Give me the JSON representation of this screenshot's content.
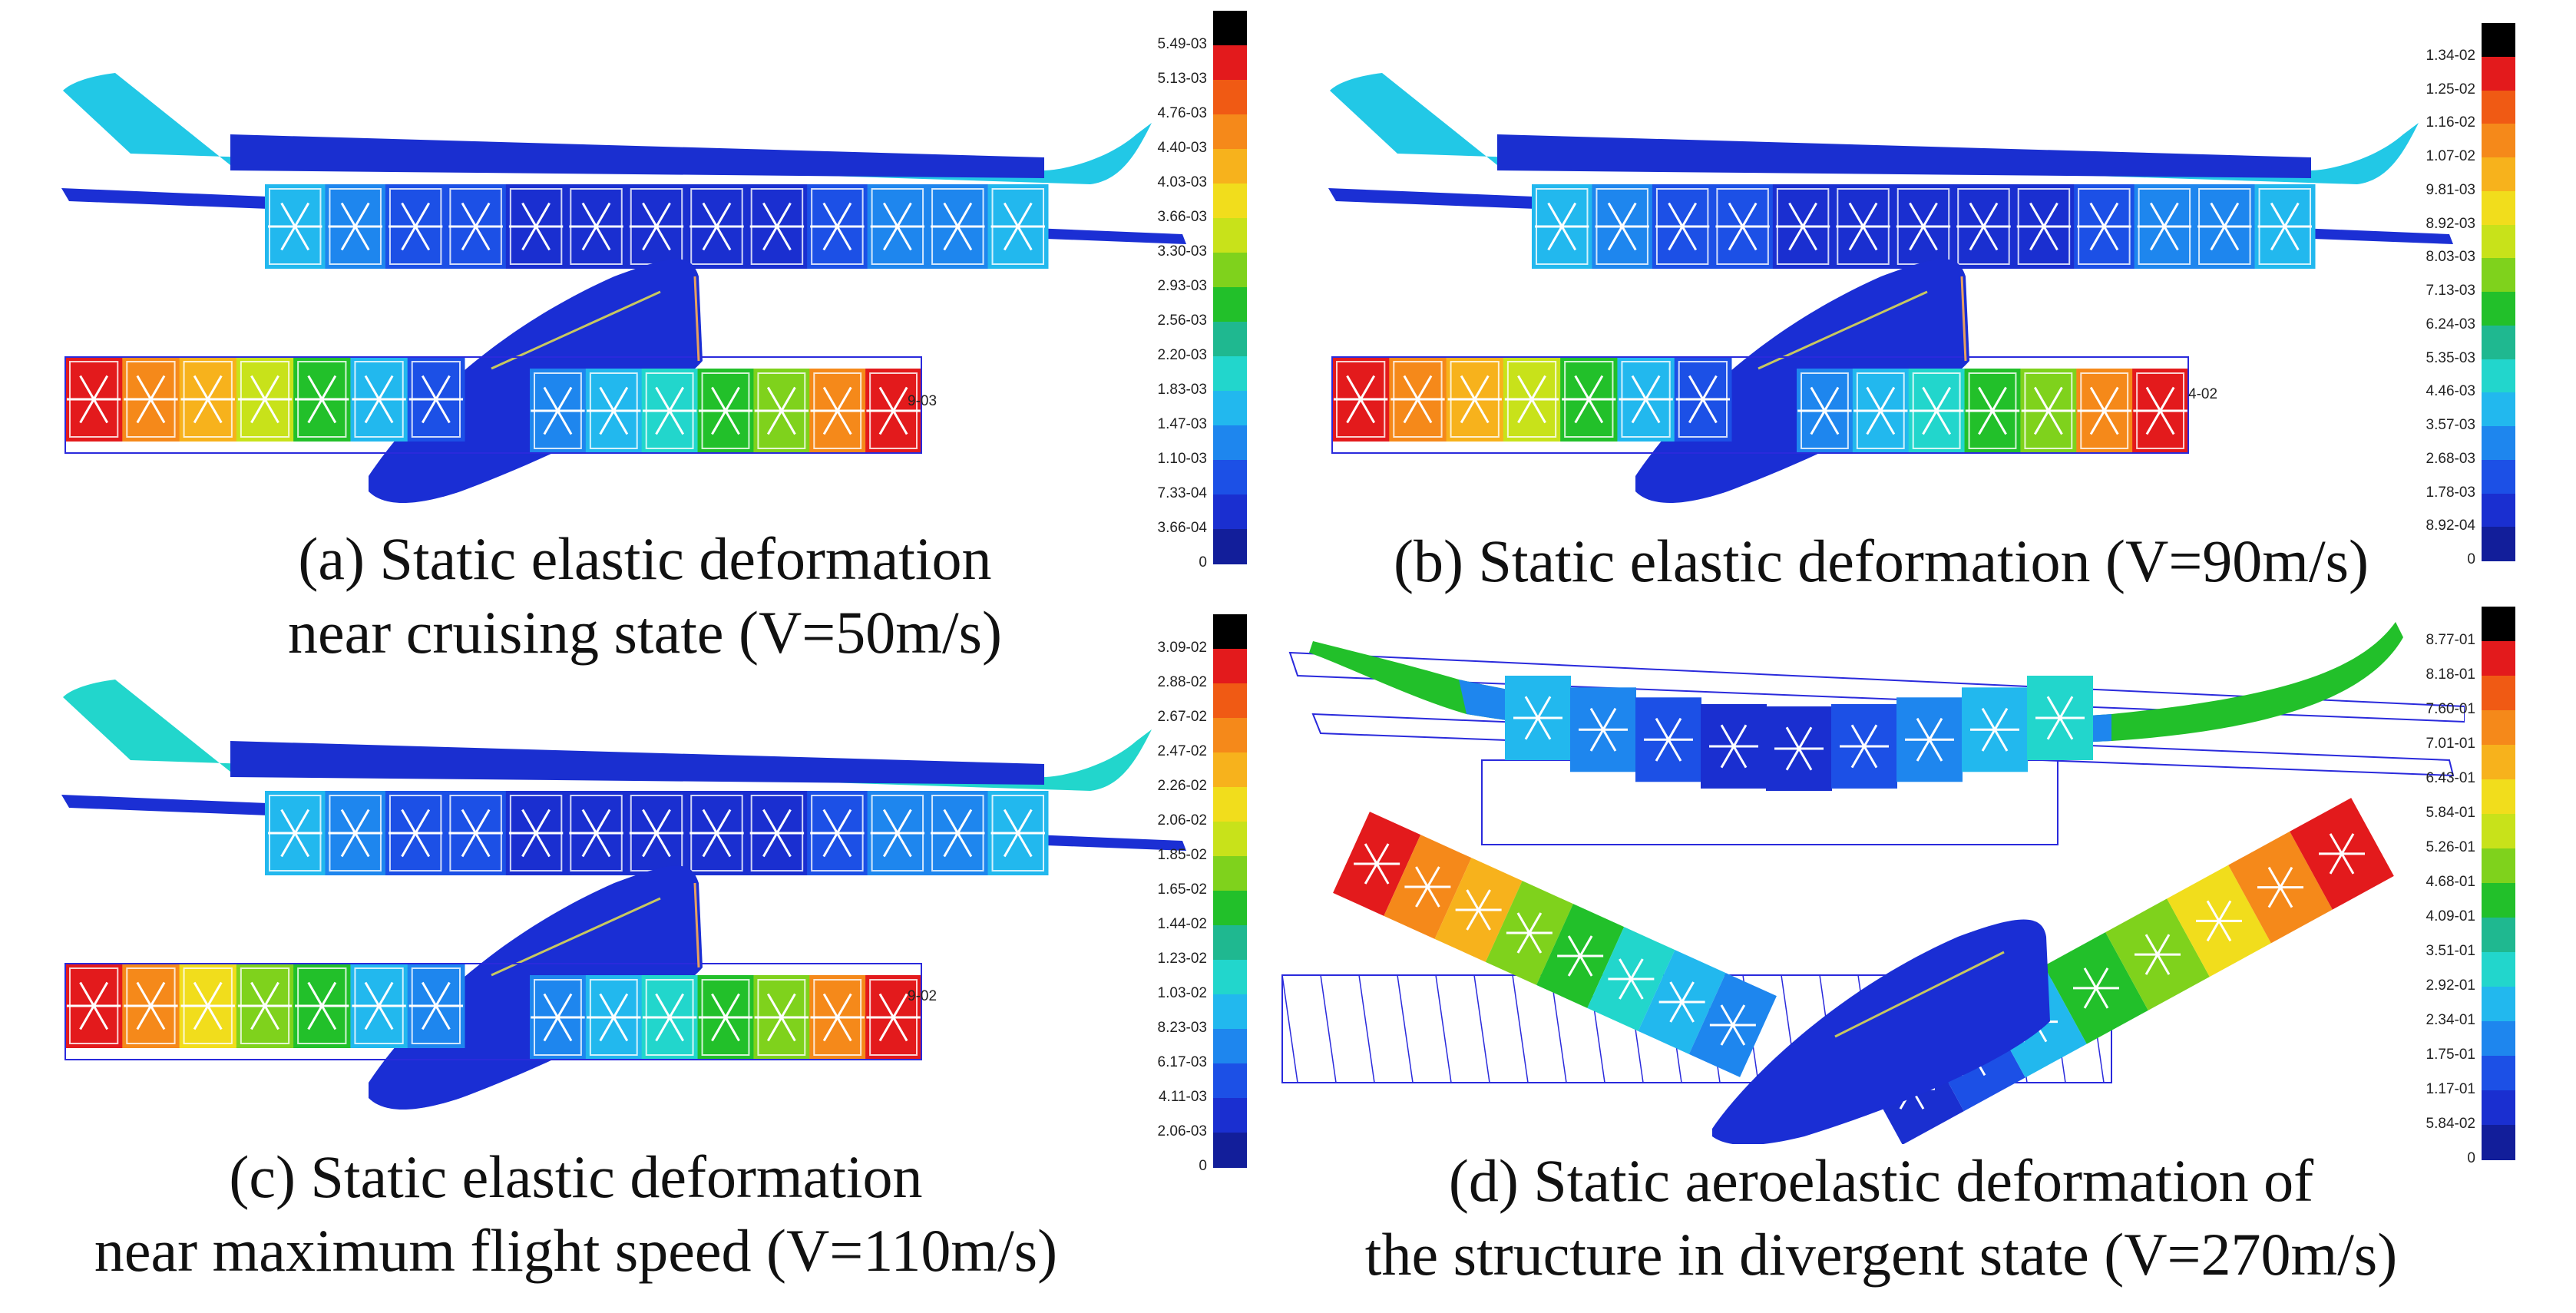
{
  "panels": [
    {
      "id": "a",
      "caption_lines": [
        "(a) Static elastic deformation",
        "near cruising state (V=50m/s)"
      ],
      "colorbar_labels": [
        "5.49-03",
        "5.13-03",
        "4.76-03",
        "4.40-03",
        "4.03-03",
        "3.66-03",
        "3.30-03",
        "2.93-03",
        "2.56-03",
        "2.20-03",
        "1.83-03",
        "1.47-03",
        "1.10-03",
        "7.33-04",
        "3.66-04",
        "0"
      ],
      "side_label": "9-03"
    },
    {
      "id": "b",
      "caption_lines": [
        "(b) Static elastic deformation (V=90m/s)"
      ],
      "colorbar_labels": [
        "1.34-02",
        "1.25-02",
        "1.16-02",
        "1.07-02",
        "9.81-03",
        "8.92-03",
        "8.03-03",
        "7.13-03",
        "6.24-03",
        "5.35-03",
        "4.46-03",
        "3.57-03",
        "2.68-03",
        "1.78-03",
        "8.92-04",
        "0"
      ],
      "side_label": "4-02"
    },
    {
      "id": "c",
      "caption_lines": [
        "(c) Static elastic deformation",
        "near maximum flight speed (V=110m/s)"
      ],
      "colorbar_labels": [
        "3.09-02",
        "2.88-02",
        "2.67-02",
        "2.47-02",
        "2.26-02",
        "2.06-02",
        "1.85-02",
        "1.65-02",
        "1.44-02",
        "1.23-02",
        "1.03-02",
        "8.23-03",
        "6.17-03",
        "4.11-03",
        "2.06-03",
        "0"
      ],
      "side_label": "9-02"
    },
    {
      "id": "d",
      "caption_lines": [
        "(d) Static aeroelastic deformation of",
        "the structure in divergent state (V=270m/s)"
      ],
      "colorbar_labels": [
        "8.77-01",
        "8.18-01",
        "7.60-01",
        "7.01-01",
        "6.43-01",
        "5.84-01",
        "5.26-01",
        "4.68-01",
        "4.09-01",
        "3.51-01",
        "2.92-01",
        "2.34-01",
        "1.75-01",
        "1.17-01",
        "5.84-02",
        "0"
      ],
      "side_label": ""
    }
  ],
  "colors": {
    "colorbar": [
      "#000000",
      "#e31a1c",
      "#f05a14",
      "#f5891a",
      "#f7b21c",
      "#f1dd1c",
      "#c8e21a",
      "#7fd21c",
      "#22c02a",
      "#1fb890",
      "#22d6cc",
      "#22b8ee",
      "#1e86ee",
      "#1c50e6",
      "#1a2fd0",
      "#121e9a"
    ],
    "fuselage": "#1a2ed4",
    "wire": "#2a2adc"
  }
}
